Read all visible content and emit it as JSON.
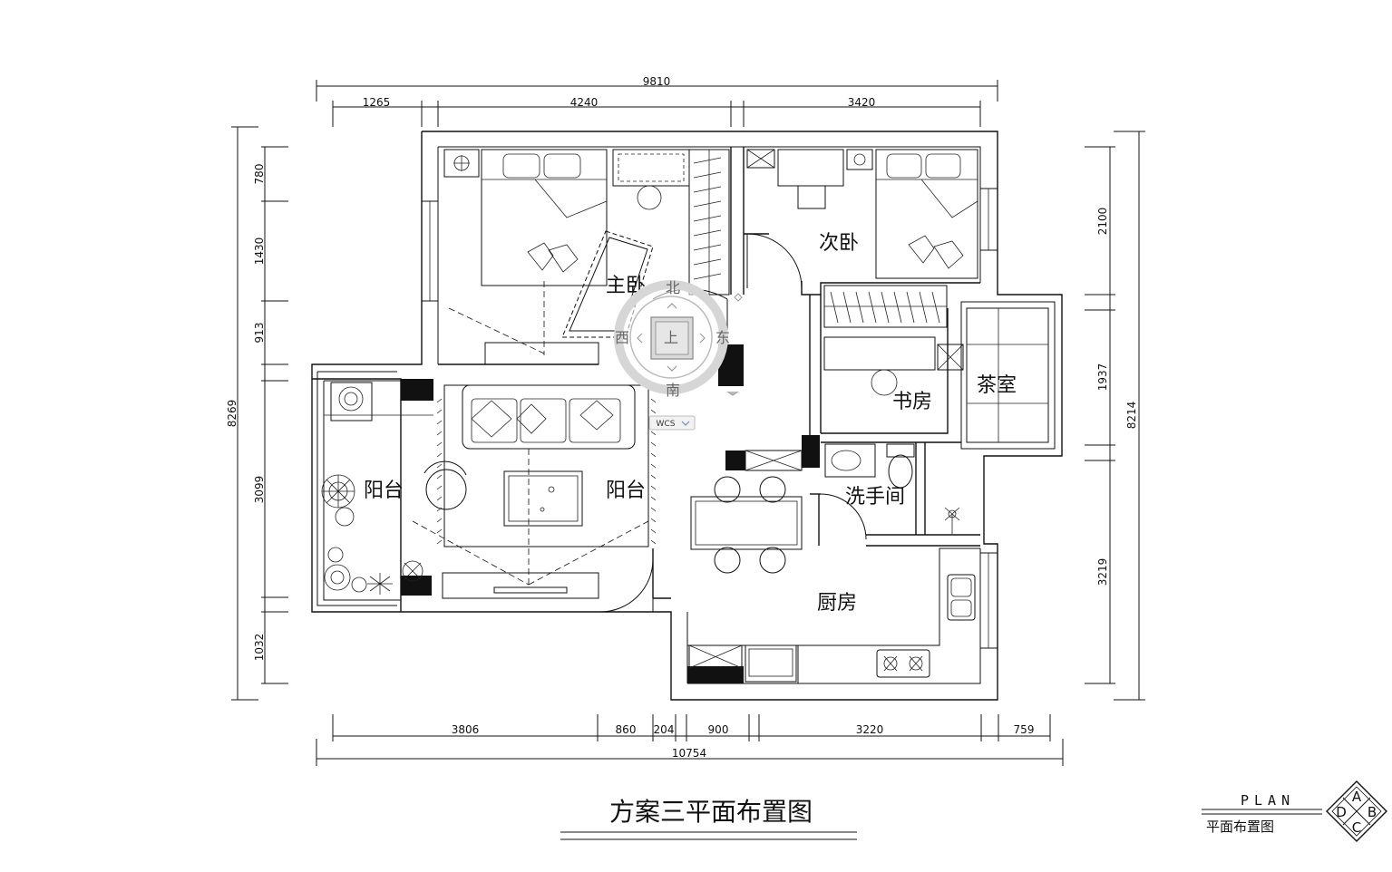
{
  "title": "方案三平面布置图",
  "stamp": {
    "word": "PLAN",
    "label": "平面布置图",
    "letters": [
      "A",
      "B",
      "C",
      "D"
    ]
  },
  "dimensions": {
    "top_total": "9810",
    "top_1": "1265",
    "top_2": "4240",
    "top_3": "3420",
    "bottom_total": "10754",
    "bottom_1": "3806",
    "bottom_2": "860",
    "bottom_3": "204",
    "bottom_4": "900",
    "bottom_5": "3220",
    "bottom_6": "759",
    "left_total": "8269",
    "left_1": "780",
    "left_2": "1430",
    "left_3": "913",
    "left_4": "3099",
    "left_5": "1032",
    "right_total": "8214",
    "right_1": "2100",
    "right_2": "1937",
    "right_3": "3219"
  },
  "rooms": {
    "master": "主卧",
    "second": "次卧",
    "study": "书房",
    "tea": "茶室",
    "balcony_left": "阳台",
    "balcony_mid": "阳台",
    "washroom": "洗手间",
    "kitchen": "厨房"
  },
  "navigator": {
    "north": "北",
    "south": "南",
    "east": "东",
    "west": "西",
    "center": "上",
    "wcs": "WCS"
  }
}
